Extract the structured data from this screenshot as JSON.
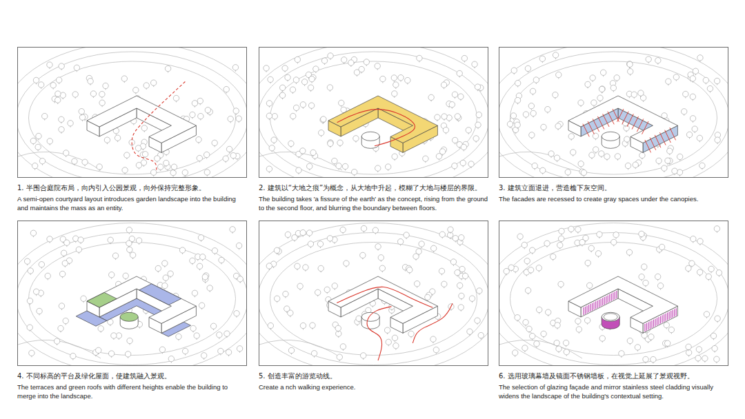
{
  "diagram": {
    "nodes": [
      {
        "text": [
          "1. 半围合庭院布局，向内引入公园景观，向外保持完整形象。",
          "A semi-open courtyard layout introduces garden landscape into the building and maintains the mass as an entity."
        ]
      },
      {
        "text": [
          "2. 建筑以“大地之痕”为概念，从大地中升起，模糊了大地与楼层的界限。",
          "The building takes 'a fissure of the earth' as the concept, rising from the ground to the second floor, and blurring the boundary between floors."
        ]
      },
      {
        "text": [
          "3. 建筑立面退进，营造檐下灰空间。",
          "The facades are recessed to create gray spaces under the canopies."
        ]
      },
      {
        "text": [
          "4. 不同标高的平台及绿化屋面，使建筑融入景观。",
          "The terraces and green roofs with different heights enable the building to merge into the landscape."
        ]
      },
      {
        "text": [
          "5. 创造丰富的游览动线。",
          "Create a nch walking experience."
        ]
      },
      {
        "text": [
          "6. 选用玻璃幕墙及镜面不锈钢墙板，在视觉上延展了景观视野。",
          "The selection of glazing façade and mirror stainless steel cladding visually widens the landscape of the building's contextual setting."
        ]
      }
    ]
  }
}
